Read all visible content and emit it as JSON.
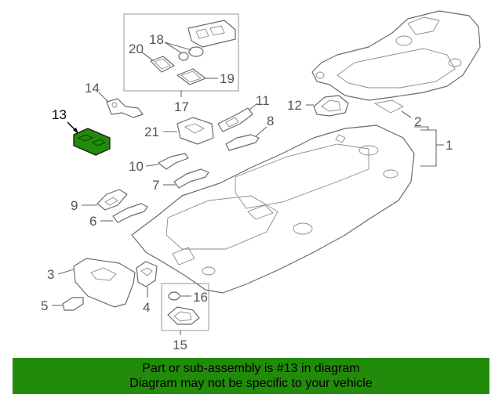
{
  "diagram": {
    "callouts": [
      {
        "id": "1",
        "label": "1"
      },
      {
        "id": "2",
        "label": "2"
      },
      {
        "id": "3",
        "label": "3"
      },
      {
        "id": "4",
        "label": "4"
      },
      {
        "id": "5",
        "label": "5"
      },
      {
        "id": "6",
        "label": "6"
      },
      {
        "id": "7",
        "label": "7"
      },
      {
        "id": "8",
        "label": "8"
      },
      {
        "id": "9",
        "label": "9"
      },
      {
        "id": "10",
        "label": "10"
      },
      {
        "id": "11",
        "label": "11"
      },
      {
        "id": "12",
        "label": "12"
      },
      {
        "id": "13",
        "label": "13",
        "highlighted": true
      },
      {
        "id": "14",
        "label": "14"
      },
      {
        "id": "15",
        "label": "15"
      },
      {
        "id": "16",
        "label": "16"
      },
      {
        "id": "17",
        "label": "17"
      },
      {
        "id": "18",
        "label": "18"
      },
      {
        "id": "19",
        "label": "19"
      },
      {
        "id": "20",
        "label": "20"
      },
      {
        "id": "21",
        "label": "21"
      }
    ],
    "highlight_color": "#228B0A"
  },
  "banner": {
    "line1": "Part or sub-assembly is #13 in diagram",
    "line2": "Diagram may not be specific to your vehicle",
    "background": "#228B0A"
  }
}
